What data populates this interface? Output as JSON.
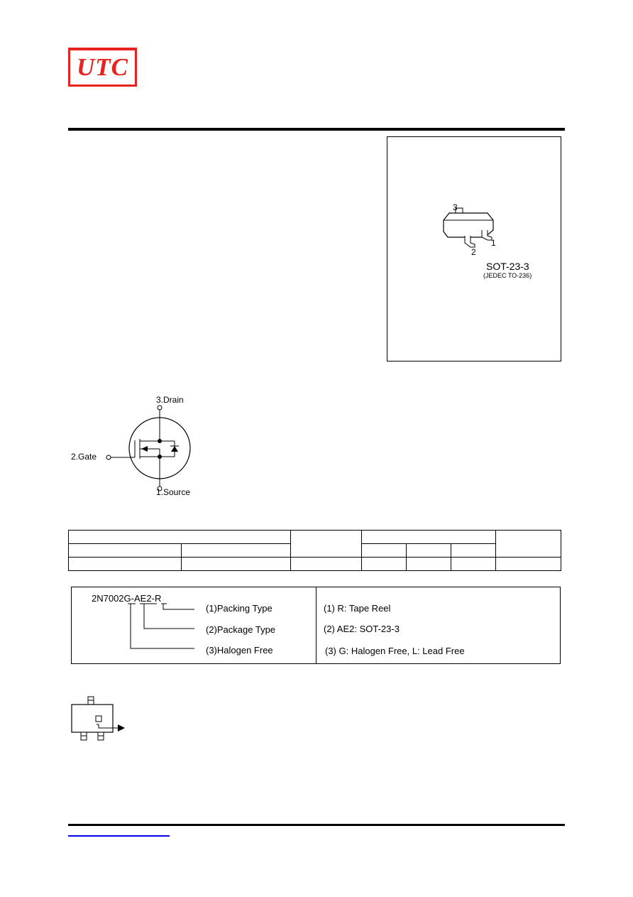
{
  "header": {
    "logo_text": "UTC"
  },
  "package": {
    "name": "SOT-23-3",
    "jedec": "(JEDEC TO-236)",
    "pin_labels": [
      "3",
      "2",
      "1"
    ]
  },
  "schematic": {
    "drain": "3.Drain",
    "gate": "2.Gate",
    "source": "1.Source"
  },
  "ordering": {
    "part_prefix": "2N7002",
    "part_g": "G",
    "part_ae2": "AE2",
    "part_r": "R",
    "left_labels": [
      "(1)Packing Type",
      "(2)Package Type",
      "(3)Halogen Free"
    ],
    "right_lines": [
      "(1) R: Tape Reel",
      "(2) AE2: SOT-23-3",
      "(3) G: Halogen Free, L: Lead Free"
    ]
  },
  "colors": {
    "brand_red": "#e8231f",
    "link_blue": "#0000ee"
  }
}
